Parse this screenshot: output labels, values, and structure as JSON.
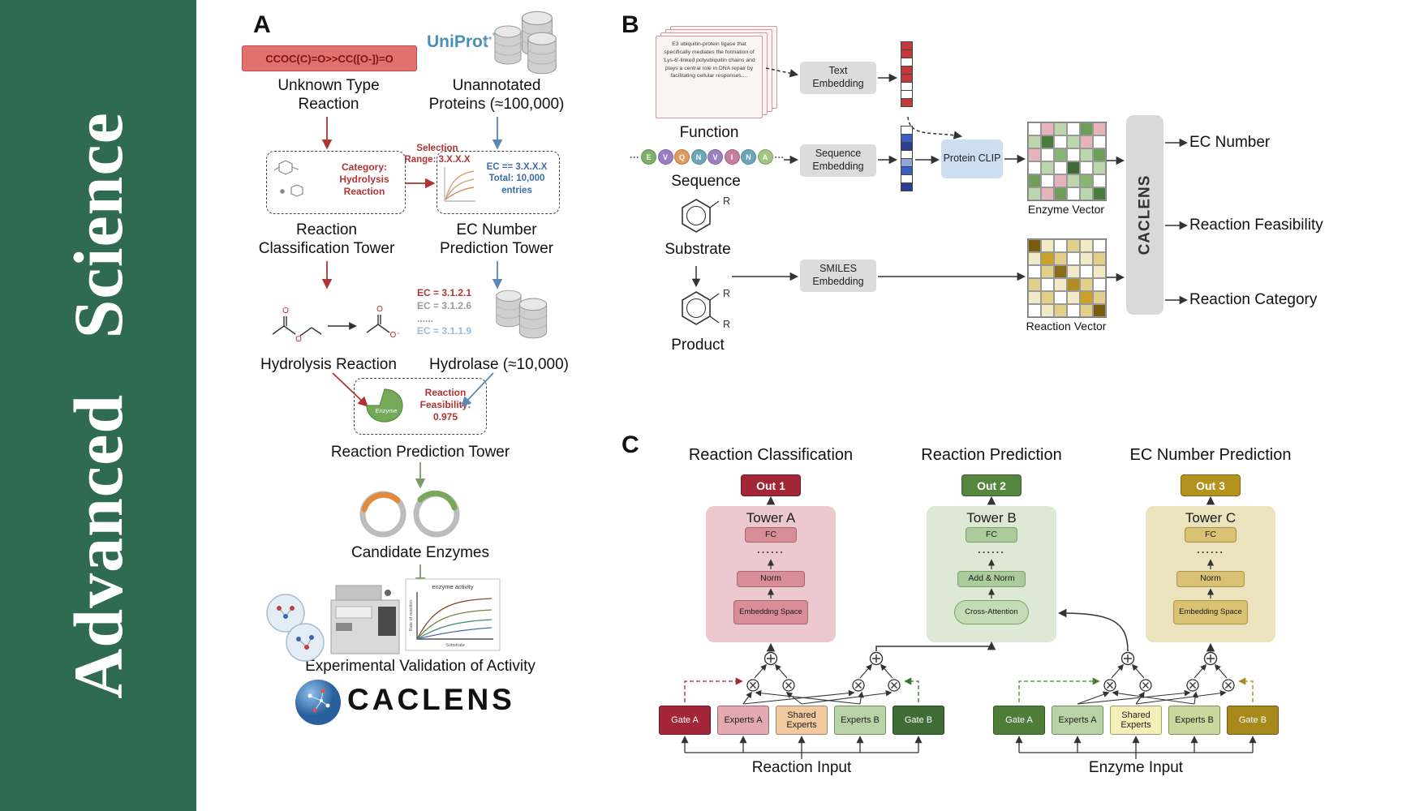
{
  "journal": {
    "banner_text": "Advanced Science"
  },
  "colors": {
    "banner": "#2e6b50",
    "red_arrow": "#b03434",
    "blue_arrow": "#5b87b5",
    "green_arrow": "#7d9b67"
  },
  "panel_a": {
    "label": "A",
    "smiles": "CCOC(C)=O>>CC([O-])=O",
    "unknown_reaction": "Unknown Type Reaction",
    "uniprot": "UniProt",
    "unannotated": "Unannotated Proteins (≈100,000)",
    "category_box": "Category: Hydrolysis Reaction",
    "selection": "Selection Range: 3.X.X.X",
    "ec_box": "EC == 3.X.X.X Total: 10,000 entries",
    "classification_tower": "Reaction Classification Tower",
    "ec_tower": "EC Number Prediction Tower",
    "hydrolysis": "Hydrolysis Reaction",
    "ec_list": [
      {
        "text": "EC = 3.1.2.1",
        "color": "#b03434"
      },
      {
        "text": "EC = 3.1.2.6",
        "color": "#9a9a9a"
      },
      {
        "text": "......",
        "color": "#9a9a9a"
      },
      {
        "text": "EC = 3.1.1.9",
        "color": "#9fb9d8"
      }
    ],
    "hydrolase": "Hydrolase (≈10,000)",
    "enzyme_blob": "Enzyme",
    "feasibility": "Reaction Feasibility: 0.975",
    "prediction_tower": "Reaction Prediction Tower",
    "candidate": "Candidate Enzymes",
    "plot": {
      "title": "enzyme activity",
      "xlabel": "Substrate",
      "ylabel": "Rate of reaction"
    },
    "validation": "Experimental Validation of Activity",
    "logo": "CACLENS",
    "atoms": {
      "o": "O",
      "o_minus": "O⁻"
    }
  },
  "panel_b": {
    "label": "B",
    "function_card": "E3 ubiquitin-protein ligase that specifically mediates the formation of 'Lys-6'-linked polyubiquitin chains and plays a central role in DNA repair by facilitating cellular responses....",
    "function": "Function",
    "dots": "···",
    "sequence": [
      {
        "letter": "E",
        "color": "#7fb069"
      },
      {
        "letter": "V",
        "color": "#9b7fc4"
      },
      {
        "letter": "Q",
        "color": "#e09a5a"
      },
      {
        "letter": "N",
        "color": "#6aa5b8"
      },
      {
        "letter": "V",
        "color": "#9b7fc4"
      },
      {
        "letter": "I",
        "color": "#c47fa0"
      },
      {
        "letter": "N",
        "color": "#6aa5b8"
      },
      {
        "letter": "A",
        "color": "#a3c47f"
      }
    ],
    "sequence_label": "Sequence",
    "substrate": "Substrate",
    "product": "Product",
    "r_label": "R",
    "text_embedding": "Text Embedding",
    "sequence_embedding": "Sequence Embedding",
    "smiles_embedding": "SMILES Embedding",
    "protein_clip": "Protein CLIP",
    "text_vector": [
      "#c43a3a",
      "#c43a3a",
      "#ffffff",
      "#c43a3a",
      "#c43a3a",
      "#ffffff",
      "#ffffff",
      "#c43a3a"
    ],
    "sequence_vector": [
      "#ffffff",
      "#3a5fc0",
      "#2b3f90",
      "#ffffff",
      "#8fa8d8",
      "#3a5fc0",
      "#ffffff",
      "#2b3f90"
    ],
    "enzyme_matrix": [
      [
        "#ffffff",
        "#e8b4bc",
        "#bcd6ae",
        "#ffffff",
        "#6e9e58",
        "#e8b4bc"
      ],
      [
        "#bcd6ae",
        "#4a7a3c",
        "#ffffff",
        "#bcd6ae",
        "#e8b4bc",
        "#ffffff"
      ],
      [
        "#e8b4bc",
        "#ffffff",
        "#88b474",
        "#ffffff",
        "#bcd6ae",
        "#6e9e58"
      ],
      [
        "#ffffff",
        "#bcd6ae",
        "#ffffff",
        "#3e6b35",
        "#ffffff",
        "#bcd6ae"
      ],
      [
        "#6e9e58",
        "#ffffff",
        "#e8b4bc",
        "#bcd6ae",
        "#88b474",
        "#ffffff"
      ],
      [
        "#bcd6ae",
        "#e8b4bc",
        "#6e9e58",
        "#ffffff",
        "#bcd6ae",
        "#4a7a3c"
      ]
    ],
    "reaction_matrix": [
      [
        "#7a5c10",
        "#f2e9c6",
        "#ffffff",
        "#e2d08a",
        "#f2e9c6",
        "#ffffff"
      ],
      [
        "#f2e9c6",
        "#c9a227",
        "#e2d08a",
        "#ffffff",
        "#f2e9c6",
        "#e2d08a"
      ],
      [
        "#ffffff",
        "#e2d08a",
        "#8a6d1a",
        "#f2e9c6",
        "#ffffff",
        "#f2e9c6"
      ],
      [
        "#e2d08a",
        "#ffffff",
        "#f2e9c6",
        "#b08d1e",
        "#e2d08a",
        "#ffffff"
      ],
      [
        "#f2e9c6",
        "#e2d08a",
        "#ffffff",
        "#f2e9c6",
        "#c9a227",
        "#e2d08a"
      ],
      [
        "#ffffff",
        "#f2e9c6",
        "#e2d08a",
        "#ffffff",
        "#e2d08a",
        "#7a5c10"
      ]
    ],
    "enzyme_vector_label": "Enzyme Vector",
    "reaction_vector_label": "Reaction Vector",
    "caclens": "CACLENS",
    "outputs": [
      "EC Number",
      "Reaction Feasibility",
      "Reaction Category"
    ]
  },
  "panel_c": {
    "label": "C",
    "columns": [
      {
        "title": "Reaction Classification",
        "out": "Out 1",
        "out_color": "#a32638",
        "tower": "Tower A",
        "block_fc": "FC",
        "dots": "......",
        "block_mid": "Norm",
        "block_bottom": "Embedding Space"
      },
      {
        "title": "Reaction Prediction",
        "out": "Out 2",
        "out_color": "#55863f",
        "tower": "Tower B",
        "block_fc": "FC",
        "dots": "......",
        "block_mid": "Add & Norm",
        "block_bottom": "Cross-Attention"
      },
      {
        "title": "EC Number Prediction",
        "out": "Out 3",
        "out_color": "#b3931d",
        "tower": "Tower C",
        "block_fc": "FC",
        "dots": "......",
        "block_mid": "Norm",
        "block_bottom": "Embedding Space"
      }
    ],
    "modules": [
      {
        "input": "Reaction Input",
        "boxes": [
          {
            "label": "Gate A",
            "bg": "#a32638",
            "fg": "#ffffff"
          },
          {
            "label": "Experts A",
            "bg": "#e4a8b0",
            "fg": "#222222"
          },
          {
            "label": "Shared Experts",
            "bg": "#f3c9a0",
            "fg": "#222222"
          },
          {
            "label": "Experts B",
            "bg": "#b8d4a6",
            "fg": "#222222"
          },
          {
            "label": "Gate B",
            "bg": "#3f6b34",
            "fg": "#ffffff"
          }
        ]
      },
      {
        "input": "Enzyme Input",
        "boxes": [
          {
            "label": "Gate A",
            "bg": "#4e7d3a",
            "fg": "#ffffff"
          },
          {
            "label": "Experts A",
            "bg": "#b8d4a6",
            "fg": "#222222"
          },
          {
            "label": "Shared Experts",
            "bg": "#f5eeb6",
            "fg": "#222222"
          },
          {
            "label": "Experts B",
            "bg": "#c9d89c",
            "fg": "#222222"
          },
          {
            "label": "Gate B",
            "bg": "#a8891c",
            "fg": "#ffffff"
          }
        ]
      }
    ]
  }
}
